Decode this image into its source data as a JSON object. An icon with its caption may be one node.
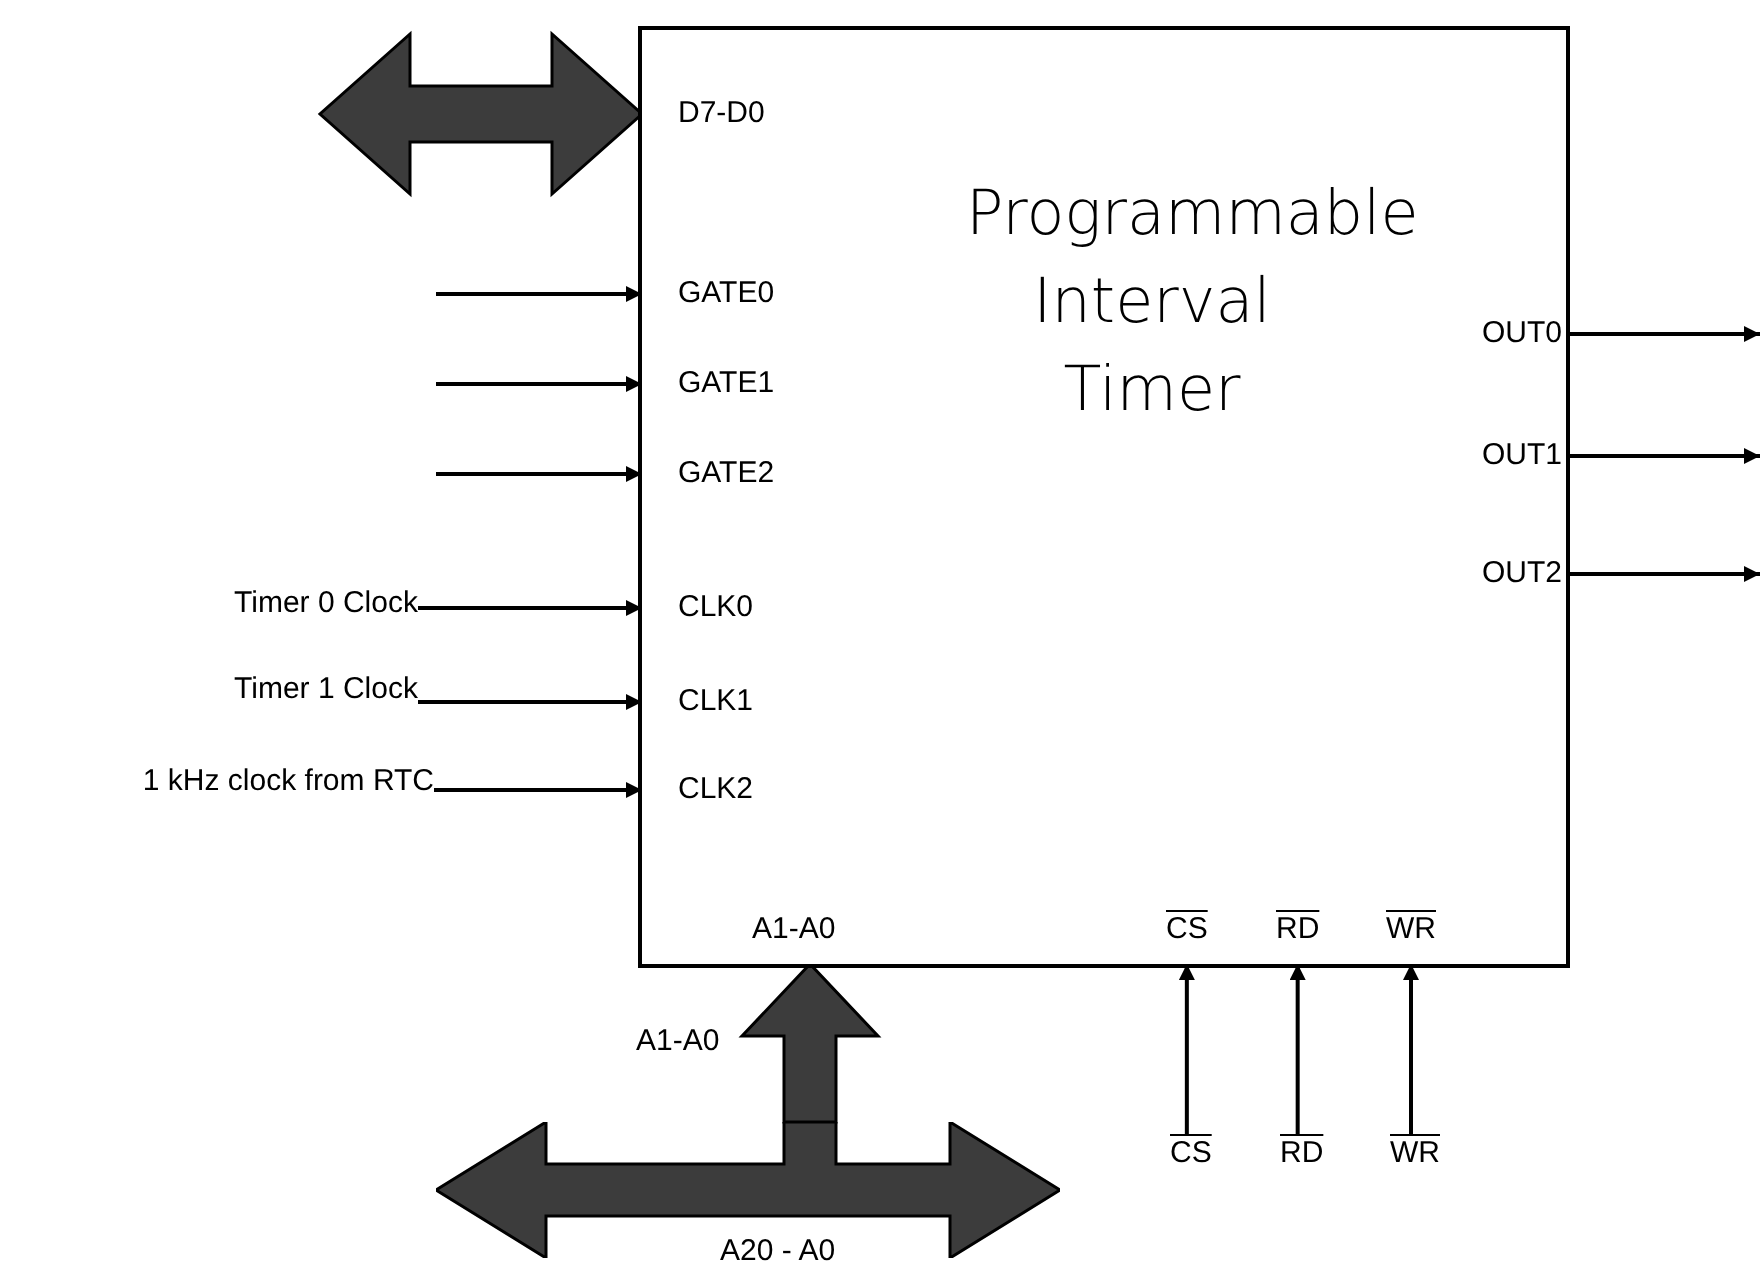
{
  "diagram": {
    "nodes": [
      {
        "text": [
          "Programmable Interval Timer"
        ]
      },
      {
        "text": [
          "D7-D0"
        ],
        "in": 0
      },
      {
        "text": [
          "GATE0"
        ],
        "in": 0
      },
      {
        "text": [
          "GATE1"
        ],
        "in": 0
      },
      {
        "text": [
          "GATE2"
        ],
        "in": 0
      },
      {
        "text": [
          "CLK0"
        ],
        "in": 0
      },
      {
        "text": [
          "CLK1"
        ],
        "in": 0
      },
      {
        "text": [
          "CLK2"
        ],
        "in": 0
      },
      {
        "text": [
          "OUT0"
        ],
        "in": 0
      },
      {
        "text": [
          "OUT1"
        ],
        "in": 0
      },
      {
        "text": [
          "OUT2"
        ],
        "in": 0
      },
      {
        "text": [
          "A1-A0"
        ],
        "in": 0
      },
      {
        "text": [
          "CS"
        ],
        "in": 0
      },
      {
        "text": [
          "RD"
        ],
        "in": 0
      },
      {
        "text": [
          "WR"
        ],
        "in": 0
      },
      {
        "text": [
          "Timer 0 Clock"
        ]
      },
      {
        "text": [
          "Timer 1 Clock"
        ]
      },
      {
        "text": [
          "1 kHz clock from RTC"
        ]
      },
      {
        "text": [
          "CS"
        ]
      },
      {
        "text": [
          "RD"
        ]
      },
      {
        "text": [
          "WR"
        ]
      },
      {
        "text": [],
        "shape": "bar",
        "beside": [
          "A20 - A0"
        ]
      }
    ],
    "edges": [
      {
        "from": null,
        "to": 1,
        "arrow": "both",
        "style": "thick"
      },
      {
        "from": null,
        "to": 2,
        "arrow": "to"
      },
      {
        "from": null,
        "to": 3,
        "arrow": "to"
      },
      {
        "from": null,
        "to": 4,
        "arrow": "to"
      },
      {
        "from": 15,
        "to": 5,
        "arrow": "to"
      },
      {
        "from": 16,
        "to": 6,
        "arrow": "to"
      },
      {
        "from": 17,
        "to": 7,
        "arrow": "to"
      },
      {
        "from": 8,
        "to": null,
        "arrow": "to"
      },
      {
        "from": 9,
        "to": null,
        "arrow": "to"
      },
      {
        "from": 10,
        "to": null,
        "arrow": "to"
      },
      {
        "from": 18,
        "to": 12,
        "arrow": "to"
      },
      {
        "from": 19,
        "to": 13,
        "arrow": "to"
      },
      {
        "from": 20,
        "to": 14,
        "arrow": "to"
      },
      {
        "from": 21,
        "to": 11,
        "arrow": "to",
        "style": "thick",
        "label": "A1-A0"
      }
    ]
  }
}
